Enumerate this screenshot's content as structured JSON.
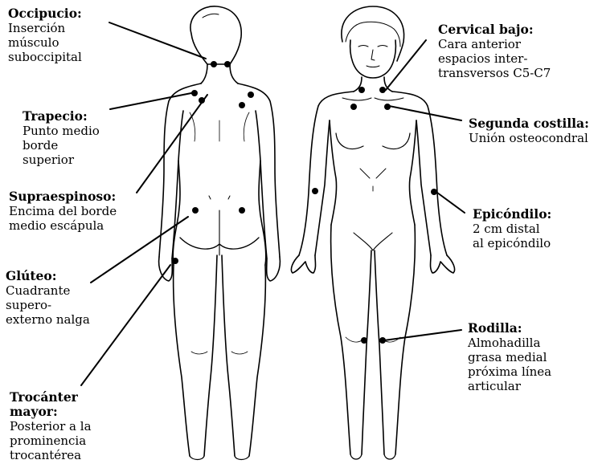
{
  "labels": [
    {
      "id": "occipucio",
      "title": "Occipucio:",
      "lines": [
        "Inserción",
        "músculo",
        "suboccipital"
      ]
    },
    {
      "id": "trapecio",
      "title": "Trapecio:",
      "lines": [
        "Punto medio",
        "borde",
        "superior"
      ]
    },
    {
      "id": "supraespinoso",
      "title": "Supraespinoso:",
      "lines": [
        "Encima del borde",
        "medio escápula"
      ]
    },
    {
      "id": "gluteo",
      "title": "Glúteo:",
      "lines": [
        "Cuadrante",
        "supero-",
        "externo nalga"
      ]
    },
    {
      "id": "trocanter",
      "title": "Trocánter mayor:",
      "title_lines": [
        "Trocánter",
        "mayor:"
      ],
      "lines": [
        "Posterior a la",
        "prominencia",
        "trocantérea"
      ]
    },
    {
      "id": "cervical",
      "title": "Cervical bajo:",
      "lines": [
        "Cara anterior",
        "espacios inter-",
        "transversos C5-C7"
      ]
    },
    {
      "id": "costilla",
      "title": "Segunda costilla:",
      "lines": [
        "Unión osteocondral"
      ]
    },
    {
      "id": "epicondilo",
      "title": "Epicóndilo:",
      "lines": [
        "2 cm distal",
        "al epicóndilo"
      ]
    },
    {
      "id": "rodilla",
      "title": "Rodilla:",
      "lines": [
        "Almohadilla",
        "grasa medial",
        "próxima línea",
        "articular"
      ]
    }
  ],
  "colors": {
    "ink": "#000000",
    "background": "#ffffff"
  }
}
